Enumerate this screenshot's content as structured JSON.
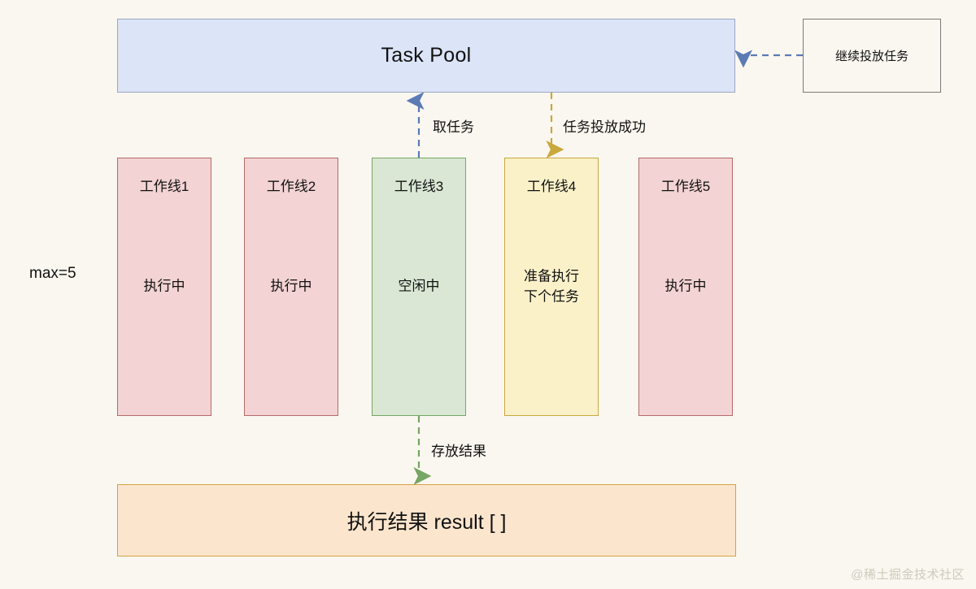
{
  "diagram": {
    "background_color": "#faf7f0",
    "task_pool": {
      "label": "Task Pool",
      "fill": "#dce4f7",
      "stroke": "#9aa7c4"
    },
    "feed_box": {
      "label": "继续投放任务",
      "fill": "#faf7f0",
      "stroke": "#7a7a7a"
    },
    "capacity_label": "max=5",
    "workers": [
      {
        "title": "工作线1",
        "state": "执行中",
        "fill": "#f3d3d3",
        "stroke": "#b56a6a"
      },
      {
        "title": "工作线2",
        "state": "执行中",
        "fill": "#f3d3d3",
        "stroke": "#b56a6a"
      },
      {
        "title": "工作线3",
        "state": "空闲中",
        "fill": "#d9e7d4",
        "stroke": "#76a663"
      },
      {
        "title": "工作线4",
        "state": "准备执行\n下个任务",
        "fill": "#fbf1c9",
        "stroke": "#c9a83c"
      },
      {
        "title": "工作线5",
        "state": "执行中",
        "fill": "#f3d3d3",
        "stroke": "#b56a6a"
      }
    ],
    "worker_4_state_line1": "准备执行",
    "worker_4_state_line2": "下个任务",
    "edges": [
      {
        "label": "取任务",
        "color": "#5b7bb5",
        "direction": "up",
        "style": "dashed"
      },
      {
        "label": "任务投放成功",
        "color": "#c9a83c",
        "direction": "down",
        "style": "dashed"
      },
      {
        "label": "存放结果",
        "color": "#76a663",
        "direction": "down",
        "style": "dashed"
      },
      {
        "label": "",
        "color": "#5b7bb5",
        "direction": "left",
        "style": "dashed"
      }
    ],
    "result_box": {
      "label": "执行结果 result [ ]",
      "fill": "#fbe5cd",
      "stroke": "#d2a246"
    },
    "watermark": "@稀土掘金技术社区"
  }
}
